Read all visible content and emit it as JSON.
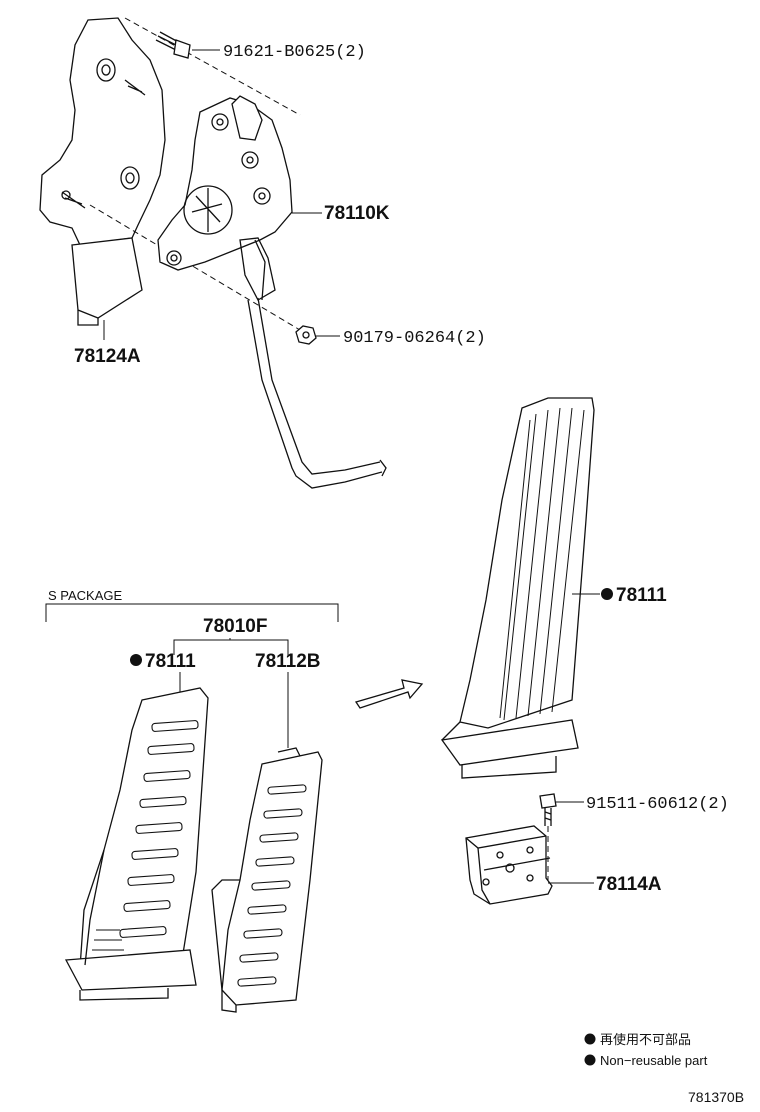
{
  "labels": {
    "bolt_top": "91621-B0625(2)",
    "sensor_assy": "78110K",
    "bracket": "78124A",
    "nut": "90179-06264(2)",
    "package_name": "S PACKAGE",
    "package_assy": "78010F",
    "pad_pkg": "78111",
    "pad_pkg_cover": "78112B",
    "pad_main": "78111",
    "screw": "91511-60612(2)",
    "pad_bracket": "78114A"
  },
  "legend": {
    "jp_text": "再使用不可部品",
    "en_text": "Non−reusable part"
  },
  "diagram_code": "781370B"
}
